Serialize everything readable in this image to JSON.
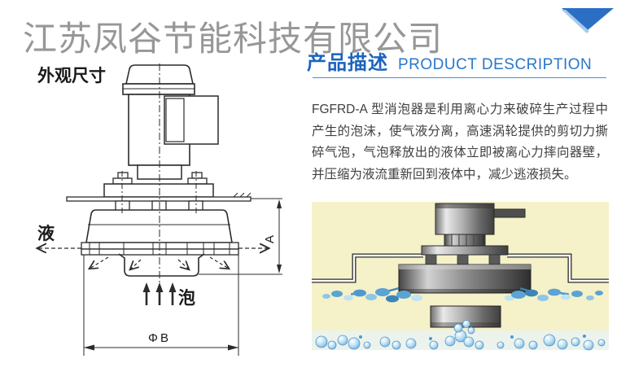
{
  "brand": {
    "company_name": "江苏凤谷节能科技有限公司"
  },
  "decor": {
    "corner_icon": "down-triangle-ribbon"
  },
  "product_section": {
    "title_cn": "产品描述",
    "title_en": "PRODUCT DESCRIPTION",
    "description": "FGFRD-A 型消泡器是利用离心力来破碎生产过程中产生的泡沫，使气液分离，高速涡轮提供的剪切力撕碎气泡，气泡释放出的液体立即被离心力摔向器壁，并压缩为液流重新回到液体中，减少逃液损失。"
  },
  "diagram": {
    "title": "外观尺寸",
    "labels": {
      "liquid_out": "液",
      "foam_in": "泡",
      "dim_height": "A",
      "dim_diameter": "ΦB"
    }
  },
  "colors": {
    "accent_blue": "#1b63be",
    "triangle_blue": "#2b6fc4",
    "title_gray": "#97979a",
    "drawing_line": "#2b2b2b",
    "photo_background": "#f5f1c8",
    "water_blue": "#4e9ad0"
  }
}
